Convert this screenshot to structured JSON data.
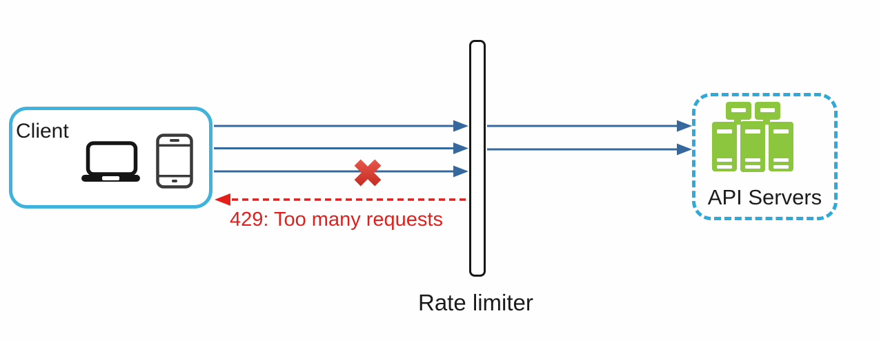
{
  "client": {
    "label": "Client"
  },
  "rate_limiter": {
    "label": "Rate limiter"
  },
  "api_servers": {
    "label": "API Servers"
  },
  "rejection": {
    "label": "429: Too many requests",
    "status_code": "429"
  },
  "flows": {
    "requests_from_client": 3,
    "requests_forwarded": 2,
    "requests_blocked": 1
  },
  "icons": {
    "client_devices": [
      "laptop-icon",
      "smartphone-icon"
    ],
    "api_servers": "server-stack-icon",
    "blocked": "blocked-x-icon"
  },
  "colors": {
    "box_cyan": "#3fb3dc",
    "dash_cyan": "#2ea9d8",
    "arrow_blue": "#35689d",
    "alert_red": "#e41e1a",
    "server_green": "#8cc63f",
    "ink": "#1b1b1b"
  }
}
